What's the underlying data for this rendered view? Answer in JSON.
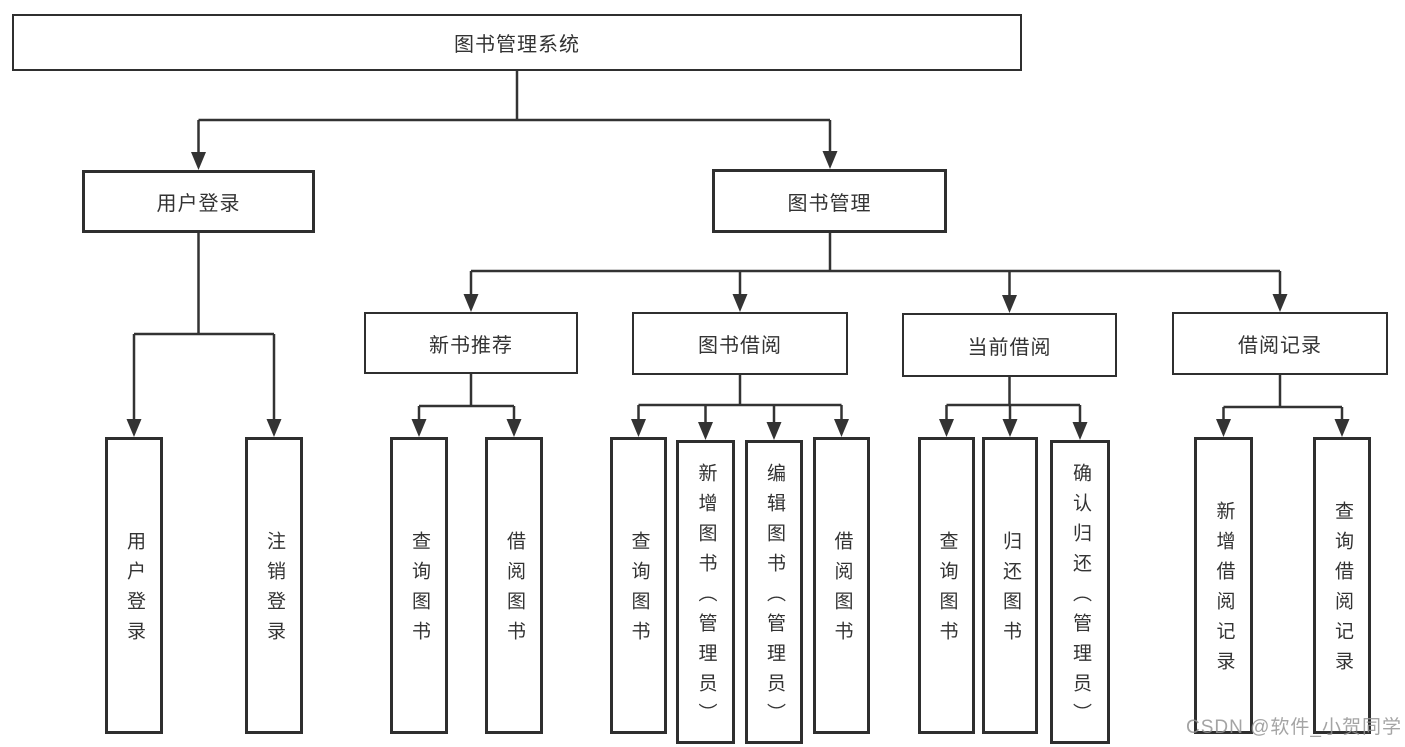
{
  "diagram": {
    "root": {
      "label": "图书管理系统"
    },
    "level2": {
      "user_login": {
        "label": "用户登录"
      },
      "book_mgmt": {
        "label": "图书管理"
      }
    },
    "level3": {
      "new_books": {
        "label": "新书推荐"
      },
      "book_borrow": {
        "label": "图书借阅"
      },
      "current_borrow": {
        "label": "当前借阅"
      },
      "borrow_records": {
        "label": "借阅记录"
      }
    },
    "leaves": {
      "user_login": [
        "用户登录",
        "注销登录"
      ],
      "new_books": [
        "查询图书",
        "借阅图书"
      ],
      "book_borrow": [
        "查询图书",
        "新增图书（管理员）",
        "编辑图书（管理员）",
        "借阅图书"
      ],
      "current_borrow": [
        "查询图书",
        "归还图书",
        "确认归还（管理员）"
      ],
      "borrow_records": [
        "新增借阅记录",
        "查询借阅记录"
      ]
    }
  },
  "watermark": "CSDN @软件_小贺同学",
  "colors": {
    "line": "#333333",
    "border": "#2f2f2f",
    "text": "#333333",
    "watermark": "#949494",
    "background": "#ffffff"
  }
}
